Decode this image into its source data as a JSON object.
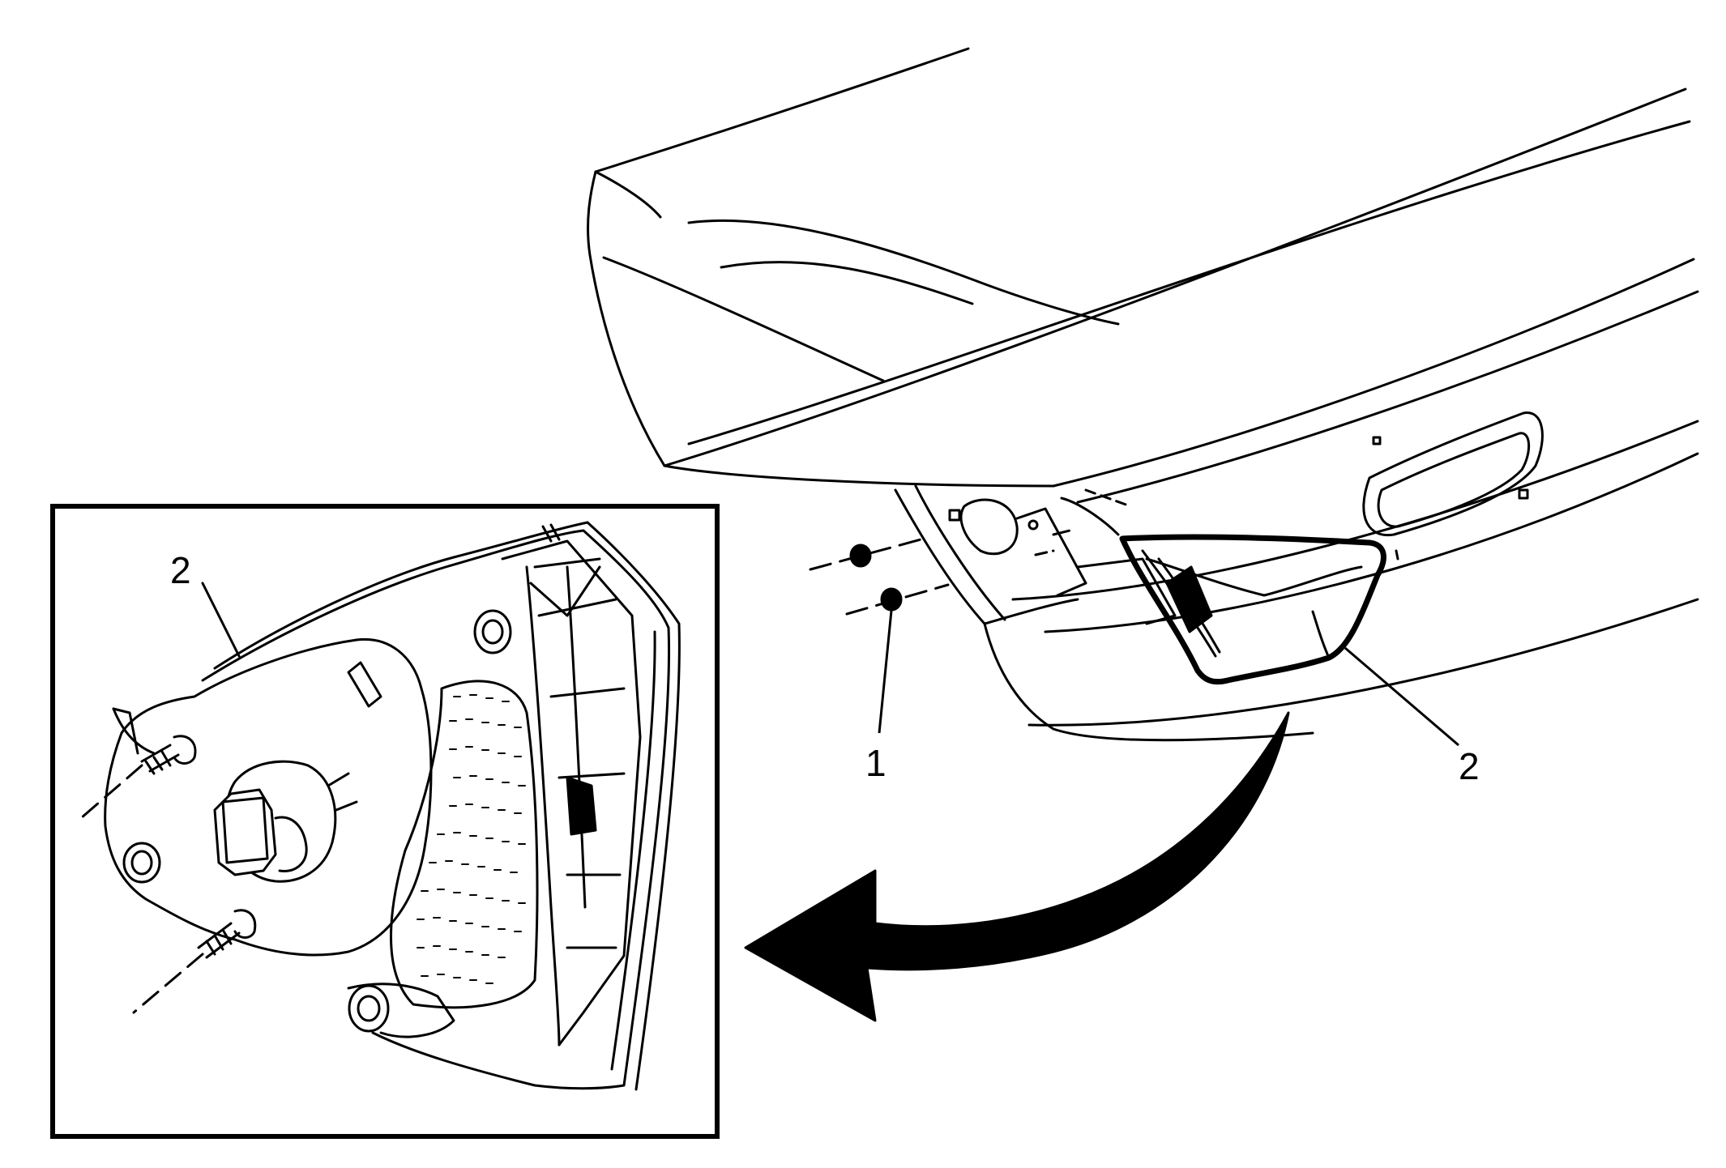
{
  "callouts": {
    "main_nut": "1",
    "main_lamp": "2",
    "inset_lamp": "2"
  },
  "colors": {
    "line": "#000000",
    "background": "#ffffff",
    "inset_border": "#000000"
  }
}
